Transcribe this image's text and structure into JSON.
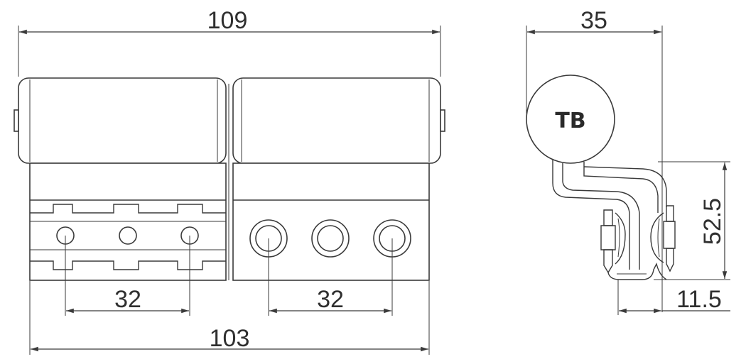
{
  "dimensions": {
    "overall_width_top": "109",
    "overall_width_bottom": "103",
    "left_hole_spacing": "32",
    "right_hole_spacing": "32",
    "side_depth": "35",
    "side_height": "52.5",
    "side_offset": "11.5"
  },
  "logo": {
    "text": "TB"
  },
  "colors": {
    "line": "#3a3a3a",
    "text": "#2f2f2f",
    "background": "#ffffff"
  }
}
